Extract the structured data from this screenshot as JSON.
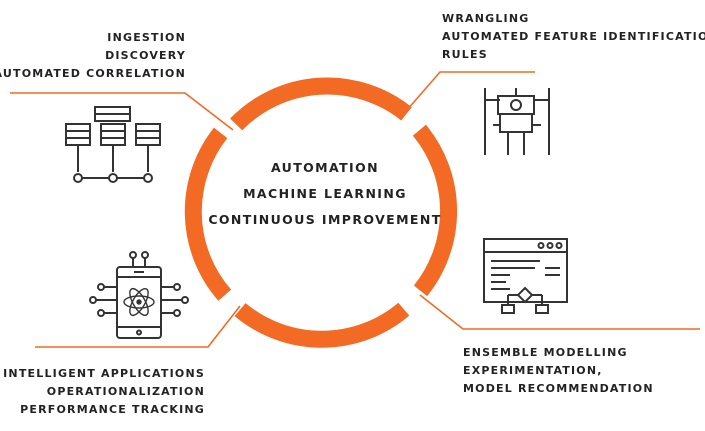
{
  "colors": {
    "accent": "#f26a23",
    "ink": "#333333"
  },
  "center": {
    "lines": [
      "AUTOMATION",
      "MACHINE LEARNING",
      "CONTINUOUS IMPROVEMENT"
    ]
  },
  "quadrants": {
    "top_left": {
      "icon": "server-network-icon",
      "lines": [
        "INGESTION",
        "DISCOVERY",
        "AUTOMATED CORRELATION"
      ]
    },
    "top_right": {
      "icon": "robot-icon",
      "lines": [
        "WRANGLING",
        "AUTOMATED FEATURE IDENTIFICATION",
        "RULES"
      ]
    },
    "bottom_right": {
      "icon": "browser-flowchart-icon",
      "lines": [
        "ENSEMBLE MODELLING",
        "EXPERIMENTATION,",
        "MODEL RECOMMENDATION"
      ]
    },
    "bottom_left": {
      "icon": "mobile-atom-circuit-icon",
      "lines": [
        "INTELLIGENT APPLICATIONS",
        "OPERATIONALIZATION",
        "PERFORMANCE TRACKING"
      ]
    }
  }
}
